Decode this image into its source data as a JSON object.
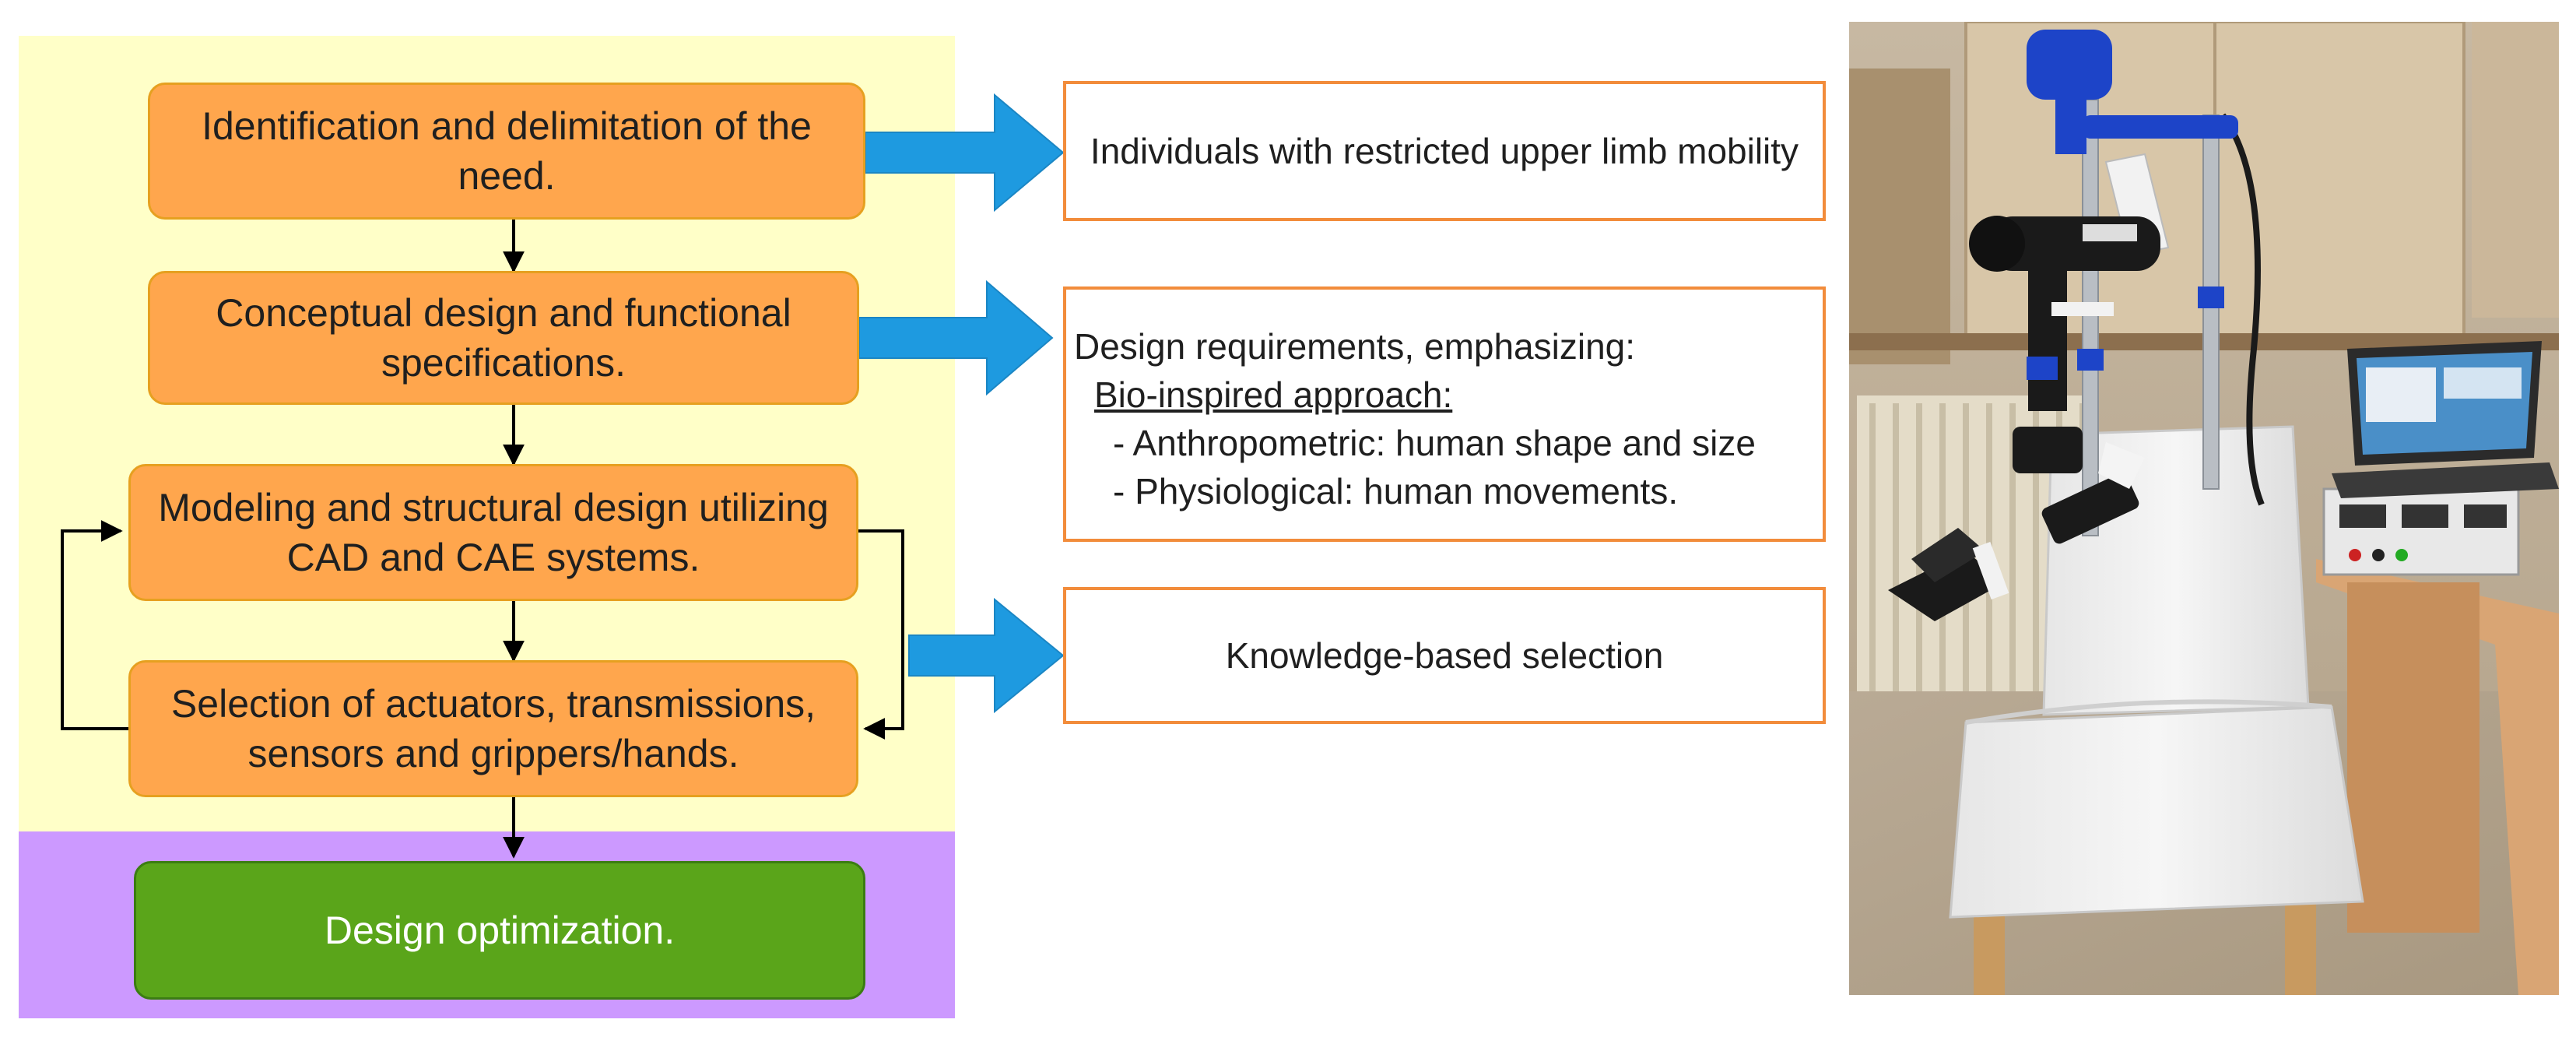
{
  "process_steps": [
    {
      "label": "Identification and delimitation of the need."
    },
    {
      "label": "Conceptual design and functional specifications."
    },
    {
      "label": "Modeling and structural design utilizing CAD and CAE systems."
    },
    {
      "label": "Selection of actuators, transmissions, sensors and grippers/hands."
    }
  ],
  "final_step": {
    "label": "Design optimization."
  },
  "outputs": {
    "need": {
      "text": "Individuals with restricted upper limb mobility"
    },
    "requirements": {
      "heading": "Design requirements, emphasizing:",
      "approach": "Bio-inspired approach:",
      "items": [
        "- Anthropometric: human shape and size",
        "- Physiological: human movements."
      ]
    },
    "selection": {
      "text": "Knowledge-based selection"
    }
  },
  "colors": {
    "step_fill": "#ffa64d",
    "final_fill": "#5aa51a",
    "panel_top": "#ffffc8",
    "panel_bottom": "#cc99ff",
    "output_border": "#f28c3b",
    "arrow": "#1e9ae0"
  },
  "photo": {
    "subject": "robotic-arm-prototype-on-chair"
  }
}
